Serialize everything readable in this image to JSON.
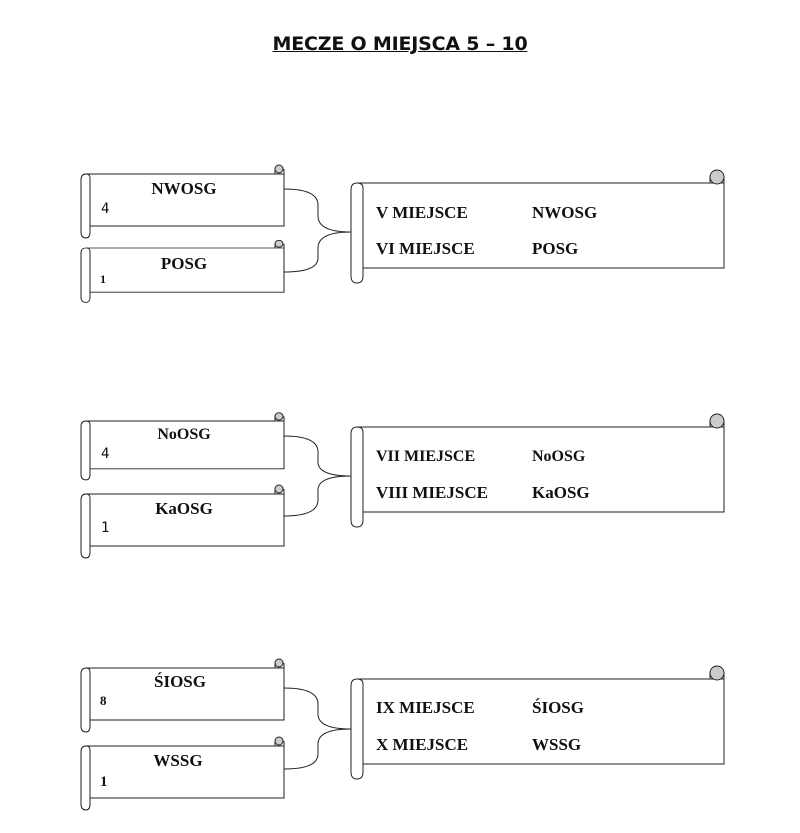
{
  "title": "MECZE O MIEJSCA 5 – 10",
  "groups": [
    {
      "team1": {
        "name": "NWOSG",
        "score": "4"
      },
      "team2": {
        "name": "POSG",
        "score": "1"
      },
      "results": [
        {
          "place": "V MIEJSCE",
          "team": "NWOSG"
        },
        {
          "place": "VI MIEJSCE",
          "team": "POSG"
        }
      ]
    },
    {
      "team1": {
        "name": "NoOSG",
        "score": "4"
      },
      "team2": {
        "name": "KaOSG",
        "score": "1"
      },
      "results": [
        {
          "place": "VII MIEJSCE",
          "team": "NoOSG"
        },
        {
          "place": "VIII MIEJSCE",
          "team": "KaOSG"
        }
      ]
    },
    {
      "team1": {
        "name": "ŚIOSG",
        "score": "8"
      },
      "team2": {
        "name": "WSSG",
        "score": "1"
      },
      "results": [
        {
          "place": "IX MIEJSCE",
          "team": "ŚIOSG"
        },
        {
          "place": "X MIEJSCE",
          "team": "WSSG"
        }
      ]
    }
  ]
}
